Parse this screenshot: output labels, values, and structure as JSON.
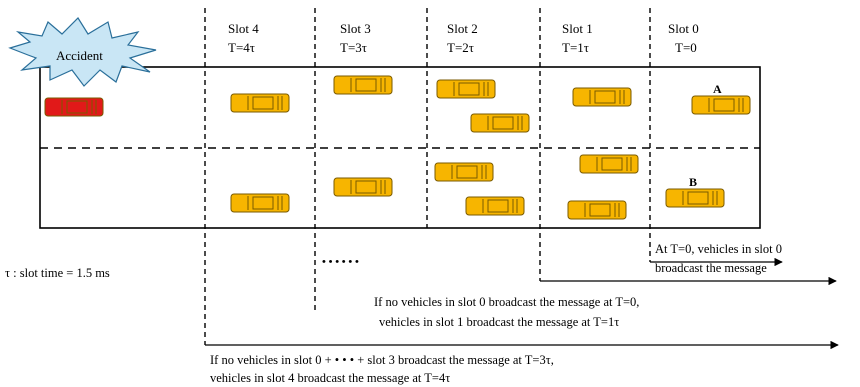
{
  "slots": [
    {
      "name": "Slot 4",
      "time": "T=4τ"
    },
    {
      "name": "Slot 3",
      "time": "T=3τ"
    },
    {
      "name": "Slot 2",
      "time": "T=2τ"
    },
    {
      "name": "Slot 1",
      "time": "T=1τ"
    },
    {
      "name": "Slot 0",
      "time": "T=0"
    }
  ],
  "accident_label": "Accident",
  "vehicle_labels": {
    "a": "A",
    "b": "B"
  },
  "slot_time_note": "τ : slot time = 1.5 ms",
  "ellipsis": "• • • • • •",
  "notes": {
    "slot0_line1": "At T=0, vehicles in slot 0",
    "slot0_line2": "broadcast the message",
    "slot1_line1": "If no vehicles in slot 0 broadcast the message at T=0,",
    "slot1_line2": "vehicles in slot 1 broadcast the message at T=1τ",
    "slot4_line1": "If no vehicles in slot 0 + • • • + slot 3 broadcast the message at T=3τ,",
    "slot4_line2": "vehicles in slot 4 broadcast the message at T=4τ"
  },
  "colors": {
    "vehicle": "#f7b500",
    "vehicle_dark": "#7a5a00",
    "accident_vehicle": "#e11919",
    "burst": "#c9e6f5"
  }
}
